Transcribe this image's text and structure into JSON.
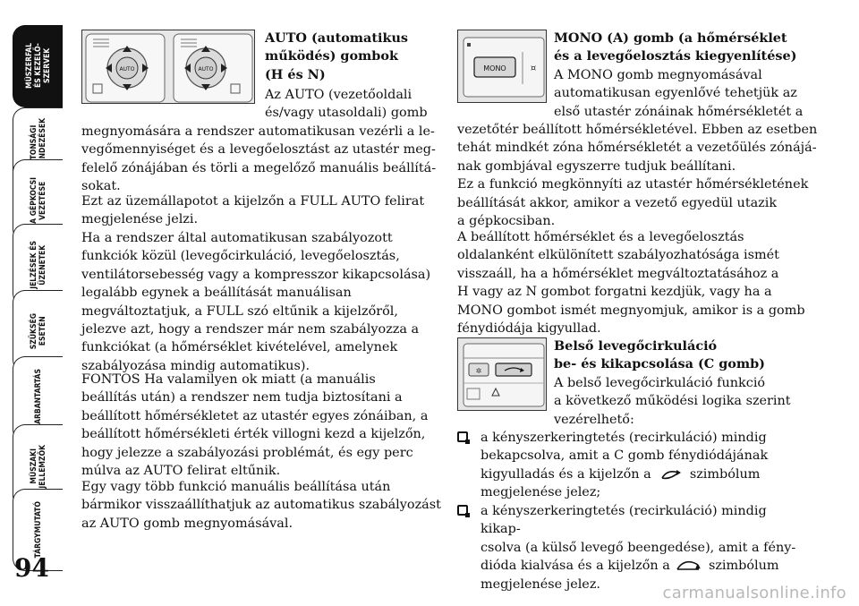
{
  "sidebar": {
    "tabs": [
      {
        "label": "MŰSZERFAL\nÉS KEZELŐ-\nSZERVEK",
        "active": true
      },
      {
        "label": "BIZTONSÁGI\nBERENDEZÉSEK",
        "active": false
      },
      {
        "label": "A GÉPKOCSI\nVEZETÉSE",
        "active": false
      },
      {
        "label": "JELZÉSEK ÉS\nÜZENETEK",
        "active": false
      },
      {
        "label": "SZÜKSÉG\nESETÉN",
        "active": false
      },
      {
        "label": "KARBANTARTÁS",
        "active": false
      },
      {
        "label": "MŰSZAKI\nJELLEMZŐK",
        "active": false
      },
      {
        "label": "TÁRGYMUTATÓ",
        "active": false
      }
    ]
  },
  "page_number": "94",
  "watermark": "carmanualsonline.info",
  "left": {
    "auto_image_label": "AUTO",
    "heading": [
      "AUTO (automatikus",
      "működés) gombok",
      "(H és N)"
    ],
    "para1_short": [
      "Az AUTO (vezetőoldali",
      "és/vagy utasoldali) gomb"
    ],
    "para1": [
      "megnyomására a rendszer automatikusan vezérli a le-",
      "vegőmennyiséget és a levegőelosztást az utastér meg-",
      "felelő zónájában és törli a megelőző manuális beállítá-",
      "sokat."
    ],
    "para2": [
      "Ezt az üzemállapotot a kijelzőn a FULL AUTO felirat",
      "megjelenése jelzi."
    ],
    "para3": [
      "Ha a rendszer által automatikusan szabályozott",
      "funkciók közül (levegőcirkuláció, levegőelosztás,",
      "ventilátorsebesség vagy a kompresszor kikapcsolása)",
      "legalább egynek a beállítását manuálisan",
      "megváltoztatjuk, a FULL szó eltűnik a kijelzőről,",
      "jelezve azt, hogy a rendszer már nem szabályozza a",
      "funkciókat (a hőmérséklet kivételével, amelynek",
      "szabályozása mindig automatikus)."
    ],
    "para4": [
      "FONTOS Ha valamilyen ok miatt (a manuális",
      "beállítás után) a rendszer nem tudja biztosítani a",
      "beállított hőmérsékletet az utastér egyes zónáiban, a",
      "beállított hőmérsékleti érték villogni kezd a kijelzőn,",
      "hogy jelezze a szabályozási problémát, és egy perc",
      "múlva az AUTO felirat eltűnik."
    ],
    "para5": [
      "Egy vagy több funkció manuális beállítása után",
      "bármikor visszaállíthatjuk az automatikus szabályozást",
      "az AUTO gomb megnyomásával."
    ]
  },
  "right": {
    "mono_image_label": "MONO",
    "mono_heading": [
      "MONO (A) gomb (a hőmérséklet",
      "és a levegőelosztás kiegyenlítése)"
    ],
    "mono_short": [
      "A MONO gomb megnyomásával",
      "automatikusan egyenlővé tehetjük az",
      "első utastér zónáinak hőmérsékletét a"
    ],
    "mono_para1": [
      "vezetőtér beállított hőmérsékletével. Ebben az esetben",
      "tehát mindkét zóna hőmérsékletét a vezetőülés zónájá-",
      "nak gombjával egyszerre tudjuk beállítani.",
      "Ez a funkció megkönnyíti az utastér hőmérsékletének",
      "beállítását akkor, amikor a vezető egyedül utazik",
      "a gépkocsiban."
    ],
    "mono_para2": [
      "A beállított hőmérséklet és a levegőelosztás",
      "oldalanként elkülönített szabályozhatósága ismét",
      "visszaáll, ha a hőmérséklet megváltoztatásához a",
      "H vagy az N gombot forgatni kezdjük, vagy ha a",
      "MONO gombot ismét megnyomjuk, amikor is a gomb",
      "fénydiódája kigyullad."
    ],
    "recirc_heading": [
      "Belső levegőcirkuláció",
      "be- és kikapcsolása (C gomb)"
    ],
    "recirc_short": [
      "A belső levegőcirkuláció funkció",
      "a következő működési logika szerint",
      "vezérelhető:"
    ],
    "bullet1": {
      "l1": "a kényszerkeringtetés (recirkuláció) mindig",
      "l2": "bekapcsolva, amit a C gomb fénydiódájának",
      "l3a": "kigyulladás és a kijelzőn a",
      "l3b": "szimbólum",
      "l4": "megjelenése jelez;"
    },
    "bullet2": {
      "l1": "a kényszerkeringtetés (recirkuláció) mindig kikap-",
      "l2": "csolva (a külső levegő beengedése), amit a fény-",
      "l3a": "dióda kialvása és a kijelzőn a",
      "l3b": "szimbólum",
      "l4": "megjelenése jelez."
    }
  }
}
